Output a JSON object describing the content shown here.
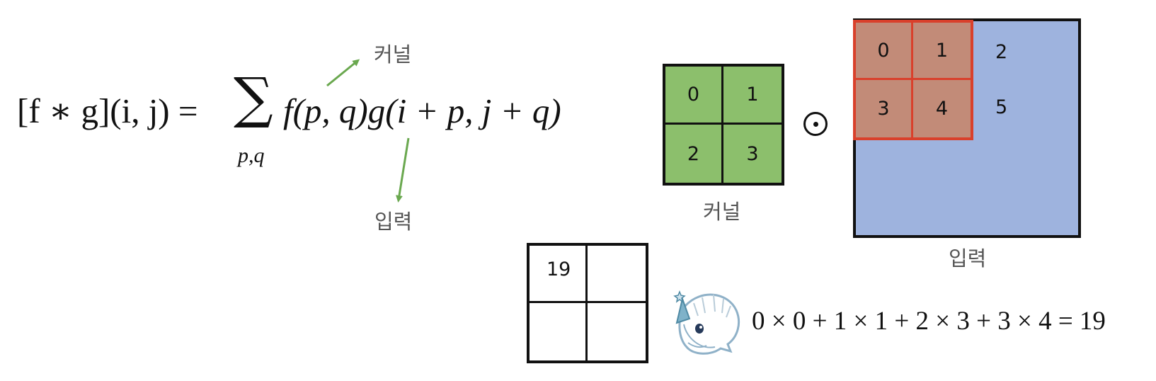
{
  "formula": {
    "lhs": "[f ∗ g](i, j) =",
    "sigma": "∑",
    "sum_sub": "p,q",
    "rhs": "f(p, q)g(i + p, j + q)"
  },
  "annotations": {
    "kernel": "커널",
    "input": "입력"
  },
  "kernel": {
    "label": "커널",
    "cells": [
      "0",
      "1",
      "2",
      "3"
    ]
  },
  "operator": {
    "symbol": "⊙"
  },
  "input": {
    "label": "입력",
    "window_cells": [
      "0",
      "1",
      "3",
      "4"
    ],
    "outside_cells": [
      "2",
      "5"
    ]
  },
  "output": {
    "cells": [
      "19",
      "",
      "",
      ""
    ]
  },
  "calculation": "0 × 0 + 1 × 1 + 2 × 3 + 3 × 4 = 19",
  "colors": {
    "kernel_fill": "#8cbf6c",
    "input_fill": "#9eb3de",
    "window_fill": "#c28b78",
    "window_border": "#d9402b",
    "arrow": "#6aa84f",
    "mascot_outline": "#8fb1c8"
  },
  "icons": {
    "mascot": "unicorn-mascot-icon"
  }
}
